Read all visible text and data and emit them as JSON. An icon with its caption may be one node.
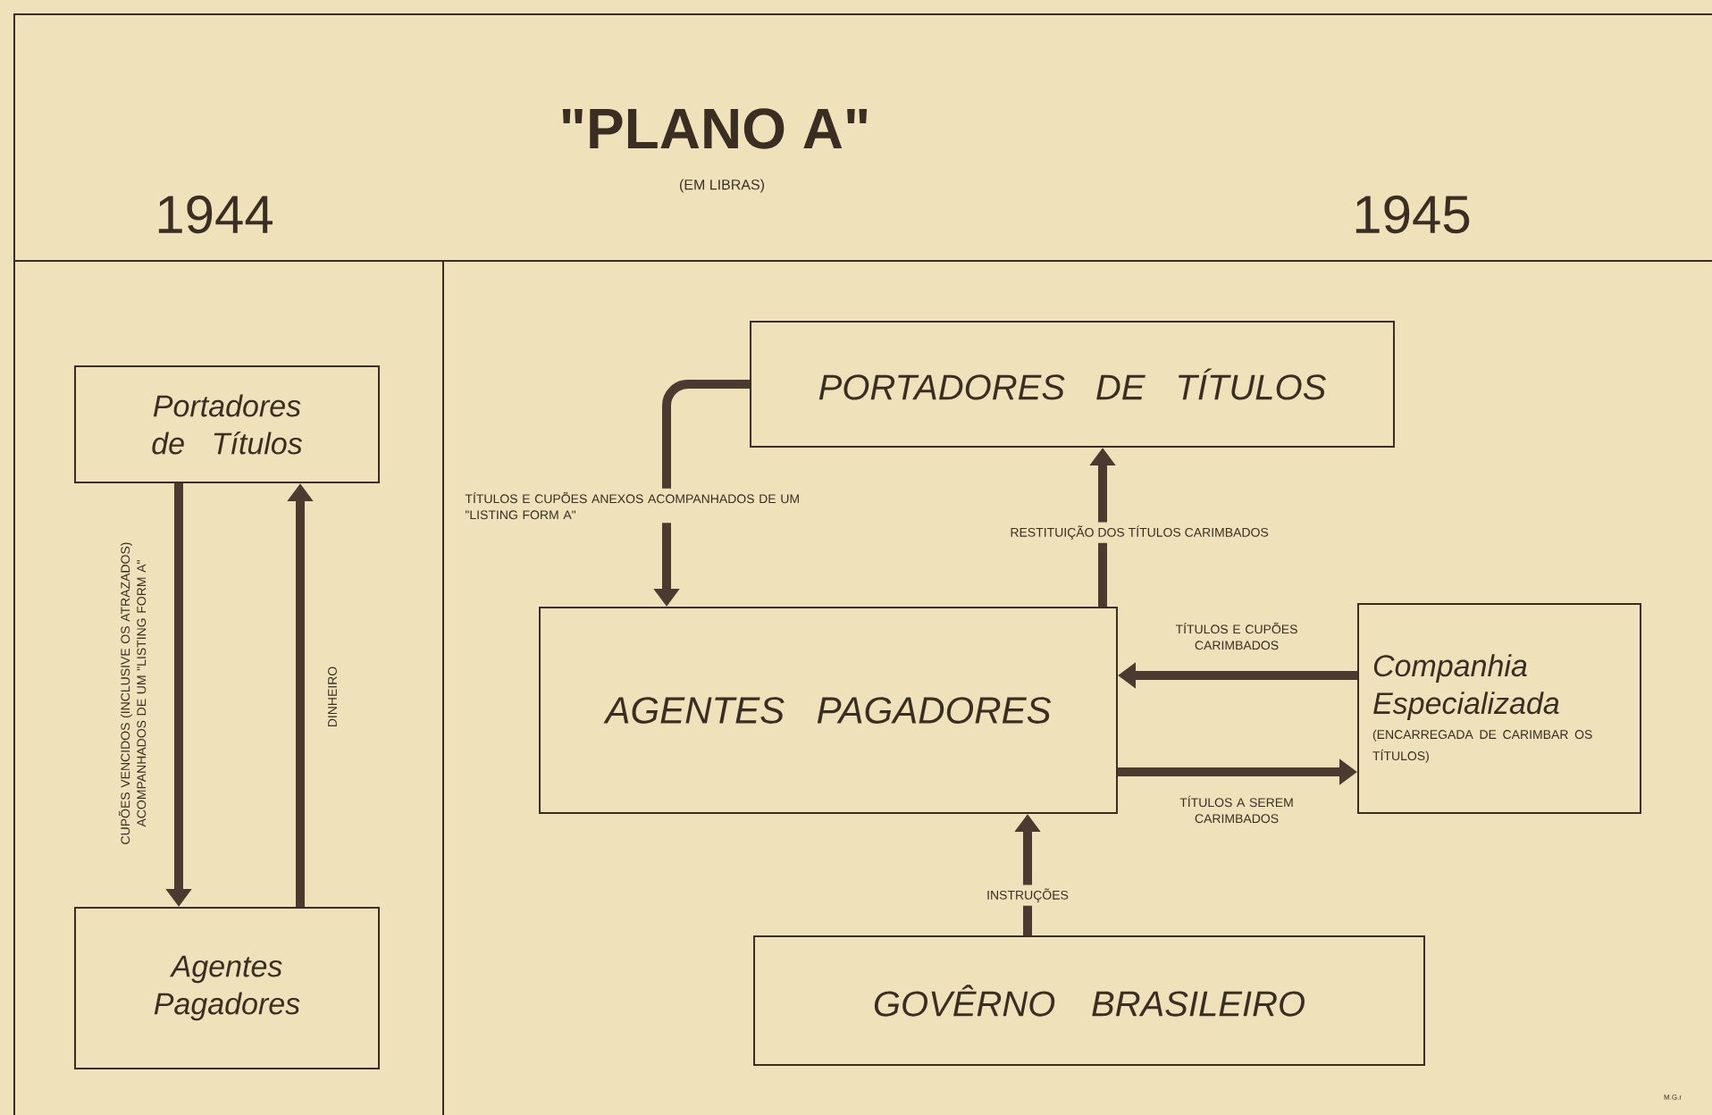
{
  "diagram": {
    "title": "\"PLANO A\"",
    "nodes": [
      {
        "text": [
          "Portadores de Títulos"
        ]
      },
      {
        "text": [
          "Agentes Pagadores"
        ]
      },
      {
        "text": [
          "PORTADORES DE TÍTULOS"
        ]
      },
      {
        "text": [
          "AGENTES PAGADORES"
        ]
      },
      {
        "text": [
          "Companhia Especializada",
          "(ENCARREGADA DE CARIMBAR OS TÍTULOS)"
        ]
      },
      {
        "text": [
          "GOVÊRNO BRASILEIRO"
        ]
      }
    ],
    "edges": [
      {
        "from": 0,
        "to": 1,
        "arrow": "to",
        "label": "CUPÕES VENCIDOS (INCLUSIVE OS ATRAZADOS) ACOMPANHADOS DE UM \"LISTING FORM A\""
      },
      {
        "from": 1,
        "to": 0,
        "arrow": "to",
        "label": "DINHEIRO"
      },
      {
        "from": 2,
        "to": 3,
        "arrow": "to",
        "label": "TÍTULOS E CUPÕES ANEXOS ACOMPANHADOS DE UM \"LISTING FORM A\""
      },
      {
        "from": 3,
        "to": 2,
        "arrow": "to",
        "label": "RESTITUIÇÃO DOS TÍTULOS CARIMBADOS"
      },
      {
        "from": 4,
        "to": 3,
        "arrow": "to",
        "label": "TÍTULOS E CUPÕES CARIMBADOS"
      },
      {
        "from": 3,
        "to": 4,
        "arrow": "to",
        "label": "TÍTULOS A SEREM CARIMBADOS"
      },
      {
        "from": 5,
        "to": 3,
        "arrow": "to",
        "label": "INSTRUÇÕES"
      }
    ],
    "labels": [
      "(EM LIBRAS)",
      "1944",
      "1945",
      "M.G.r"
    ]
  }
}
